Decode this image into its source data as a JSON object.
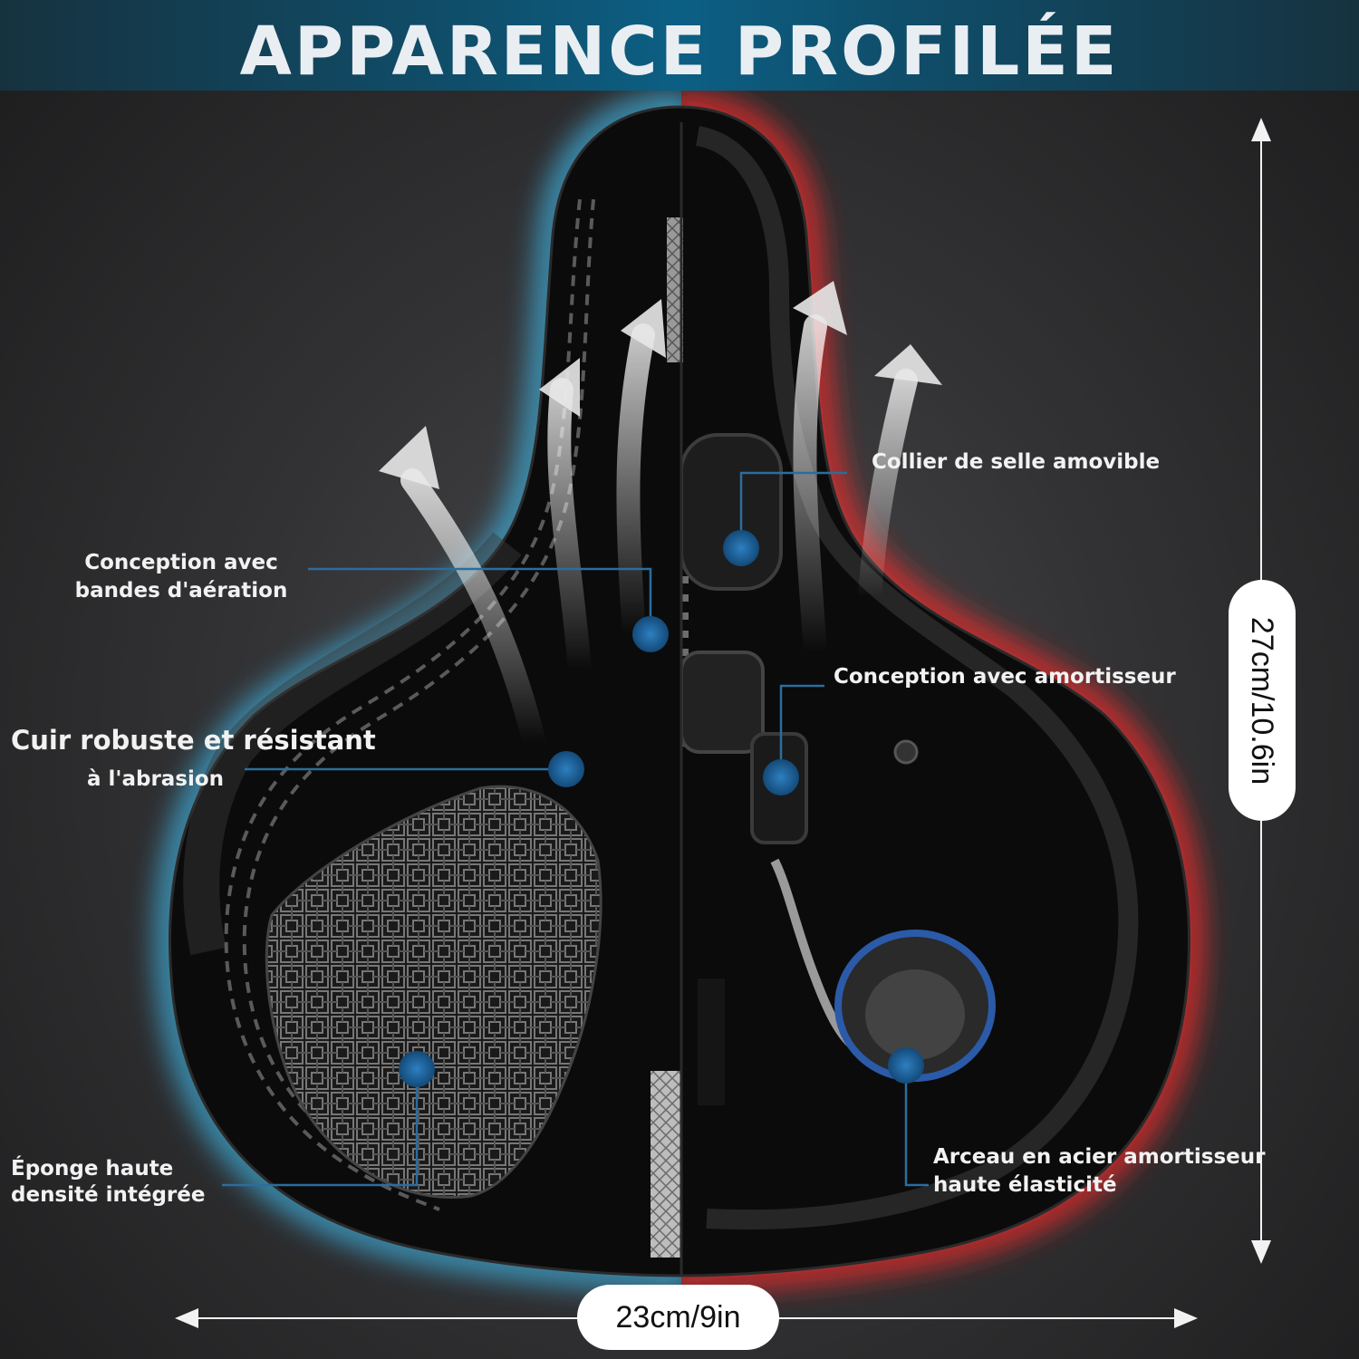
{
  "header": {
    "title": "APPARENCE PROFILÉE"
  },
  "features": {
    "collier": "Collier de selle amovible",
    "aeration_1": "Conception avec",
    "aeration_2": "bandes d'aération",
    "amortisseur": "Conception avec amortisseur",
    "cuir_1": "Cuir robuste et résistant",
    "cuir_2": "à l'abrasion",
    "eponge_1": "Éponge haute",
    "eponge_2": "densité intégrée",
    "arceau_1": "Arceau en acier amortisseur",
    "arceau_2": "haute élasticité"
  },
  "dimensions": {
    "height": "27cm/10.6in",
    "width": "23cm/9in"
  },
  "colors": {
    "cool_glow": "#3fb6e6",
    "warm_glow": "#ff2a2a",
    "dot": "#1d5f93"
  }
}
